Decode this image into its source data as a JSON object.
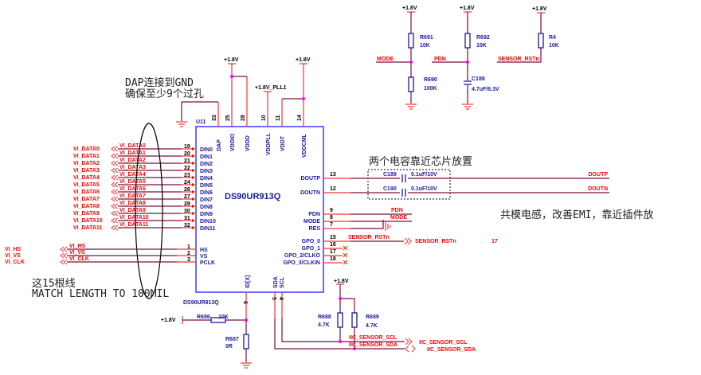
{
  "chip": {
    "ref": "U11",
    "part": "DS90UR913Q",
    "part_label_bottom": "DS90UR913Q",
    "top_pins": [
      {
        "num": "33",
        "name": "DAP"
      },
      {
        "num": "25",
        "name": "VDDIO"
      },
      {
        "num": "28",
        "name": "VDDD"
      },
      {
        "num": "10",
        "name": "VDDPLL"
      },
      {
        "num": "11",
        "name": "VDDT"
      },
      {
        "num": "14",
        "name": "VDDCML"
      }
    ],
    "left_pins": [
      {
        "num": "19",
        "name": "DIN0"
      },
      {
        "num": "20",
        "name": "DIN1"
      },
      {
        "num": "21",
        "name": "DIN2"
      },
      {
        "num": "22",
        "name": "DIN3"
      },
      {
        "num": "23",
        "name": "DIN4"
      },
      {
        "num": "24",
        "name": "DIN5"
      },
      {
        "num": "26",
        "name": "DIN6"
      },
      {
        "num": "27",
        "name": "DIN7"
      },
      {
        "num": "29",
        "name": "DIN8"
      },
      {
        "num": "30",
        "name": "DIN9"
      },
      {
        "num": "31",
        "name": "DIN10"
      },
      {
        "num": "32",
        "name": "DIN11"
      },
      {
        "num": "1",
        "name": "HS"
      },
      {
        "num": "2",
        "name": "VS"
      },
      {
        "num": "3",
        "name": "PCLK"
      }
    ],
    "right_pins": [
      {
        "num": "13",
        "name": "DOUTP"
      },
      {
        "num": "12",
        "name": "DOUTN"
      },
      {
        "num": "9",
        "name": "PDN"
      },
      {
        "num": "8",
        "name": "MODE"
      },
      {
        "num": "7",
        "name": "RES"
      },
      {
        "num": "15",
        "name": "GPO_0"
      },
      {
        "num": "16",
        "name": "GPO_1"
      },
      {
        "num": "17",
        "name": "GPO_2/CLKO"
      },
      {
        "num": "18",
        "name": "GPO_3/CLKIN"
      }
    ],
    "bottom_pins": [
      {
        "num": "6",
        "name": "ID[X]"
      },
      {
        "num": "5",
        "name": "SDA"
      },
      {
        "num": "4",
        "name": "SCL"
      }
    ]
  },
  "power": {
    "v18": "+1.8V",
    "v18_pll": "+1.8V_PLL1"
  },
  "data_nets": [
    "VI_DATA0",
    "VI_DATA1",
    "VI_DATA2",
    "VI_DATA3",
    "VI_DATA4",
    "VI_DATA5",
    "VI_DATA6",
    "VI_DATA7",
    "VI_DATA8",
    "VI_DATA9",
    "VI_DATA10",
    "VI_DATA11"
  ],
  "sync_nets": [
    "VI_HS",
    "VI_VS",
    "VI_CLK"
  ],
  "output_nets": {
    "doutp": "DOUTP",
    "doutn": "DOUTN",
    "pdn": "PDN",
    "mode": "MODE",
    "sensor_rst": "SENSOR_RSTn",
    "extra_pin": "17"
  },
  "i2c_nets": {
    "scl": "IIC_SENSOR_SCL",
    "sda": "IIC_SENSOR_SDA"
  },
  "components": {
    "r691": {
      "ref": "R691",
      "value": "10K"
    },
    "r690": {
      "ref": "R690",
      "value": "100K"
    },
    "r692": {
      "ref": "R692",
      "value": "10K"
    },
    "c188": {
      "ref": "C188",
      "value": "4.7uF/6.3V"
    },
    "r4": {
      "ref": "R4",
      "value": "10K"
    },
    "c189": {
      "ref": "C189",
      "value": "0.1uF/10V"
    },
    "c190": {
      "ref": "C190",
      "value": "0.1uF/10V"
    },
    "r686": {
      "ref": "R686",
      "value": "10K"
    },
    "r687": {
      "ref": "R687",
      "value": "0R"
    },
    "r688": {
      "ref": "R688",
      "value": "4.7K"
    },
    "r689": {
      "ref": "R689",
      "value": "4.7K"
    }
  },
  "notes": {
    "dap_line1": "DAP连接到GND",
    "dap_line2": "确保至少9个过孔",
    "caps": "两个电容靠近芯片放置",
    "cm_choke": "共模电感，改善EMI，靠近插件放",
    "match_line1": "这15根线",
    "match_line2": "MATCH LENGTH TO 100MIL"
  }
}
